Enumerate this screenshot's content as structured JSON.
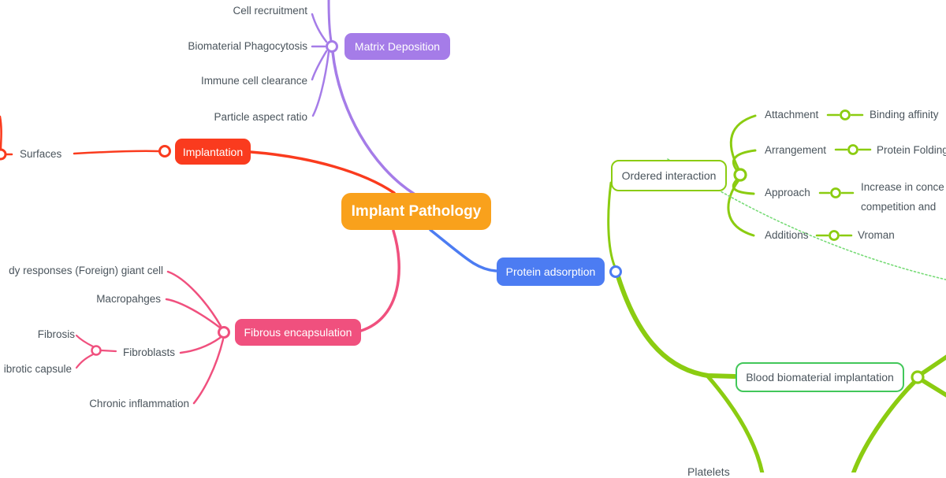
{
  "root": {
    "label": "Implant Pathology"
  },
  "matrix": {
    "label": "Matrix Deposition",
    "children": [
      "Cell recruitment",
      "Biomaterial Phagocytosis",
      "Immune cell clearance",
      "Particle aspect ratio"
    ]
  },
  "implantation": {
    "label": "Implantation",
    "child": "Surfaces"
  },
  "fibrous": {
    "label": "Fibrous encapsulation",
    "children": [
      "dy responses (Foreign) giant cell",
      "Macropahges",
      "Fibroblasts",
      "Chronic inflammation"
    ],
    "fibroblasts_children": [
      "Fibrosis",
      "ibrotic capsule"
    ]
  },
  "protein": {
    "label": "Protein adsorption"
  },
  "ordered": {
    "label": "Ordered interaction",
    "rows": [
      {
        "label": "Attachment",
        "value": "Binding affinity"
      },
      {
        "label": "Arrangement",
        "value": "Protein Folding"
      },
      {
        "label": "Approach",
        "value_line1": "Increase in conce",
        "value_line2": "competition and"
      },
      {
        "label": "Additions",
        "value": "Vroman"
      }
    ]
  },
  "blood": {
    "label": "Blood biomaterial implantation"
  },
  "platelets_label": "Platelets",
  "colors": {
    "orange": "#F9A11C",
    "purple": "#A57CE8",
    "red": "#FA3B1E",
    "pink": "#F0507E",
    "blue": "#4C7CF2",
    "lime": "#8BCC11",
    "green": "#42C75A",
    "dotted": "#77DB77"
  }
}
